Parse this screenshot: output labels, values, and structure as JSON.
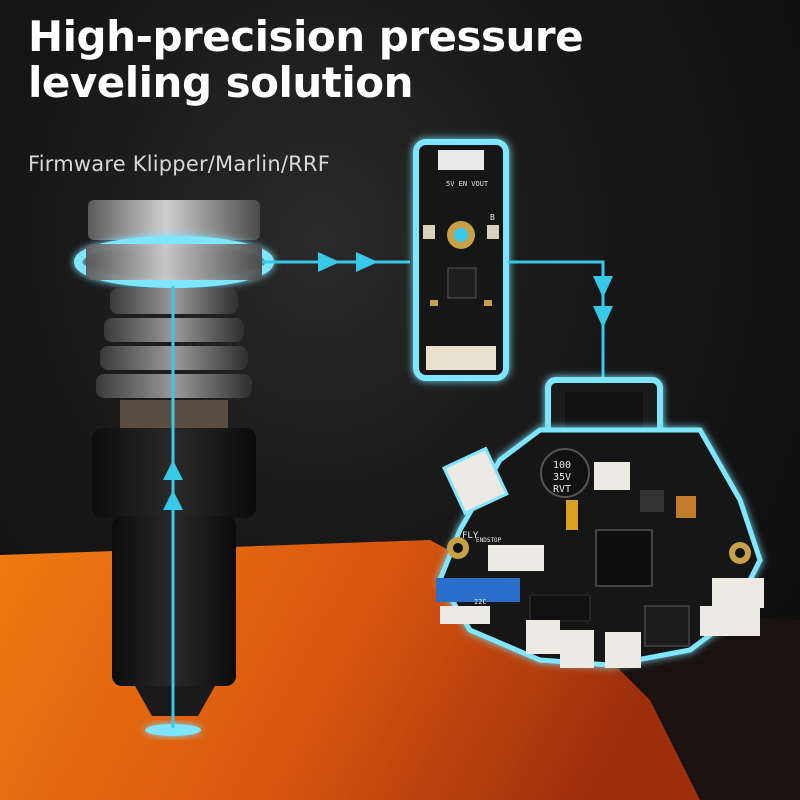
{
  "headline": {
    "line1": "High-precision pressure",
    "line2": "leveling solution"
  },
  "subtitle": "Firmware Klipper/Marlin/RRF",
  "sensor_board": {
    "label_top": "5V EN VOUT",
    "label_b": "B"
  },
  "controller_board": {
    "capacitor_value": "100",
    "capacitor_rating": "35V",
    "capacitor_type": "RVT",
    "brand_label": "FLY",
    "endstop_label": "ENDSTOP",
    "i2c_label": "I2C"
  },
  "colors": {
    "accent": "#38c8e8",
    "glow": "#7fe6ff",
    "floor": "#e06a12",
    "background": "#141414"
  },
  "icons": {
    "flow_arrow": "arrow-right-icon",
    "flow_arrow_down": "arrow-down-icon",
    "flow_arrow_up": "arrow-up-icon"
  }
}
